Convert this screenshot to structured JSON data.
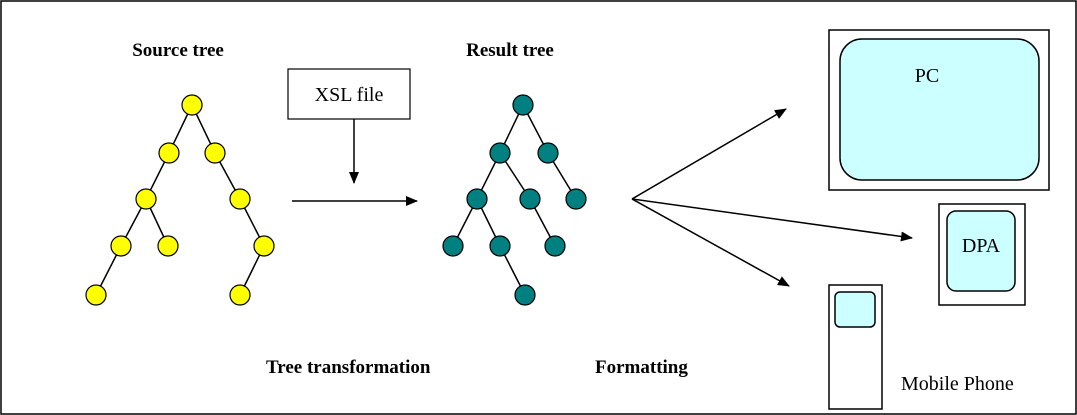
{
  "labels": {
    "source_tree": "Source tree",
    "result_tree": "Result tree",
    "xsl_file": "XSL file",
    "tree_transformation": "Tree transformation",
    "formatting": "Formatting",
    "pc": "PC",
    "dpa": "DPA",
    "mobile_phone": "Mobile Phone"
  },
  "colors": {
    "source_node": "#ffff00",
    "result_node": "#008080",
    "screen_fill": "#ccffff",
    "stroke": "#000000",
    "background": "#ffffff"
  }
}
